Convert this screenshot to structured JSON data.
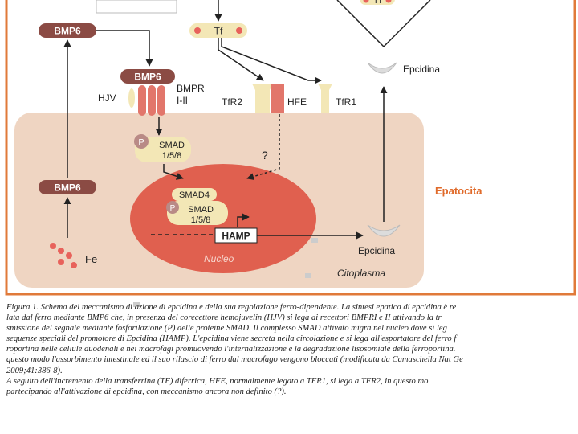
{
  "labels": {
    "bmp6_top": "BMP6",
    "bmp6_receptor": "BMP6",
    "bmp6_mid": "BMP6",
    "tf": "Tf",
    "tf_top_right": "Tf",
    "hjv": "HJV",
    "bmpr_line1": "BMPR",
    "bmpr_line2": "I-II",
    "tfr2": "TfR2",
    "hfe": "HFE",
    "tfr1": "TfR1",
    "epcidina_top": "Epcidina",
    "epcidina_bottom": "Epcidina",
    "epatocita": "Epatocita",
    "smad_p": "P",
    "smad_line1": "SMAD",
    "smad_line2": "1/5/8",
    "question": "?",
    "smad4": "SMAD4",
    "nucleus_smad_p": "P",
    "nucleus_smad_line1": "SMAD",
    "nucleus_smad_line2": "1/5/8",
    "hamp": "HAMP",
    "nucleo": "Nucleo",
    "citoplasma": "Citoplasma",
    "fe": "Fe"
  },
  "colors": {
    "frame": "#e07a3a",
    "cell": "#efd5c2",
    "nucleus": "#e0604f",
    "bmp6": "#8b4b44",
    "receptor": "#e2766b",
    "yellow": "#f3e7b6",
    "orange_text": "#e06a2a",
    "fe": "#e8625b"
  },
  "caption": {
    "lines": [
      "Figura 1. Schema del meccanismo di azione di epcidina e della sua regolazione ferro-dipendente. La sintesi epatica di epcidina è re",
      "lata dal ferro mediante BMP6 che, in presenza del corecettore hemojuvelin (HJV) si lega ai recettori BMPRI e II attivando la tr",
      "smissione del segnale mediante fosforilazione (P) delle proteine SMAD. Il complesso SMAD attivato migra nel nucleo dove si leg",
      "sequenze speciali del promotore di Epcidina (HAMP). L'epcidina viene secreta nella circolazione e si lega all'esportatore del ferro f",
      "roportina nelle cellule duodenali e nei macrofagi promuovendo l'internalizzazione e la degradazione lisosomiale della ferroportina.",
      "questo modo l'assorbimento intestinale ed il suo rilascio di ferro dal macrofago vengono bloccati (modificata da Camaschella Nat Ge",
      "2009;41:386-8).",
      "A seguito dell'incremento della transferrina (TF) diferrica, HFE, normalmente legato a TFR1, si lega a TFR2, in questo mo",
      "partecipando all'attivazione di epcidina, con meccanismo ancora non definito (?)."
    ]
  }
}
